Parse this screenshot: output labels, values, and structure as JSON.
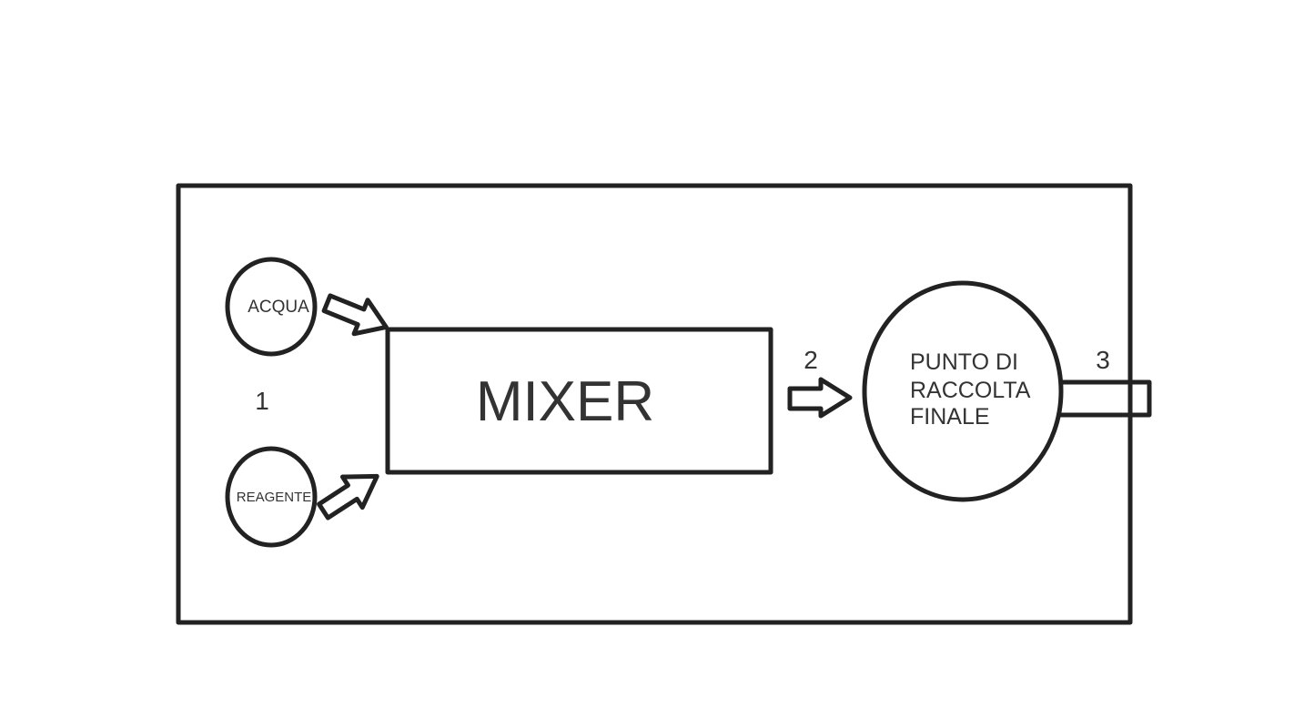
{
  "diagram": {
    "nodes": {
      "acqua": "ACQUA",
      "reagente": "REAGENTE",
      "mixer": "MIXER",
      "collection_line1": "PUNTO DI",
      "collection_line2": "RACCOLTA",
      "collection_line3": "FINALE"
    },
    "step_labels": {
      "step1": "1",
      "step2": "2",
      "step3": "3"
    },
    "colors": {
      "stroke": "#222222",
      "text": "#333333",
      "background": "#ffffff"
    }
  }
}
